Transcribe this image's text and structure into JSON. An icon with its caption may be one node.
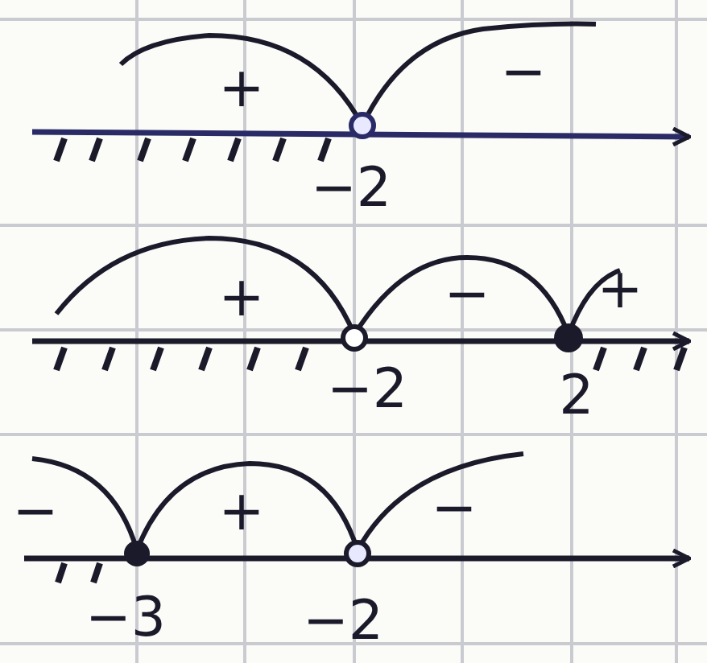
{
  "diagram": {
    "labels": [
      "+",
      "−",
      "−2",
      "+",
      "−",
      "+",
      "−2",
      "2",
      "−",
      "+",
      "−",
      "−3",
      "−2"
    ]
  }
}
